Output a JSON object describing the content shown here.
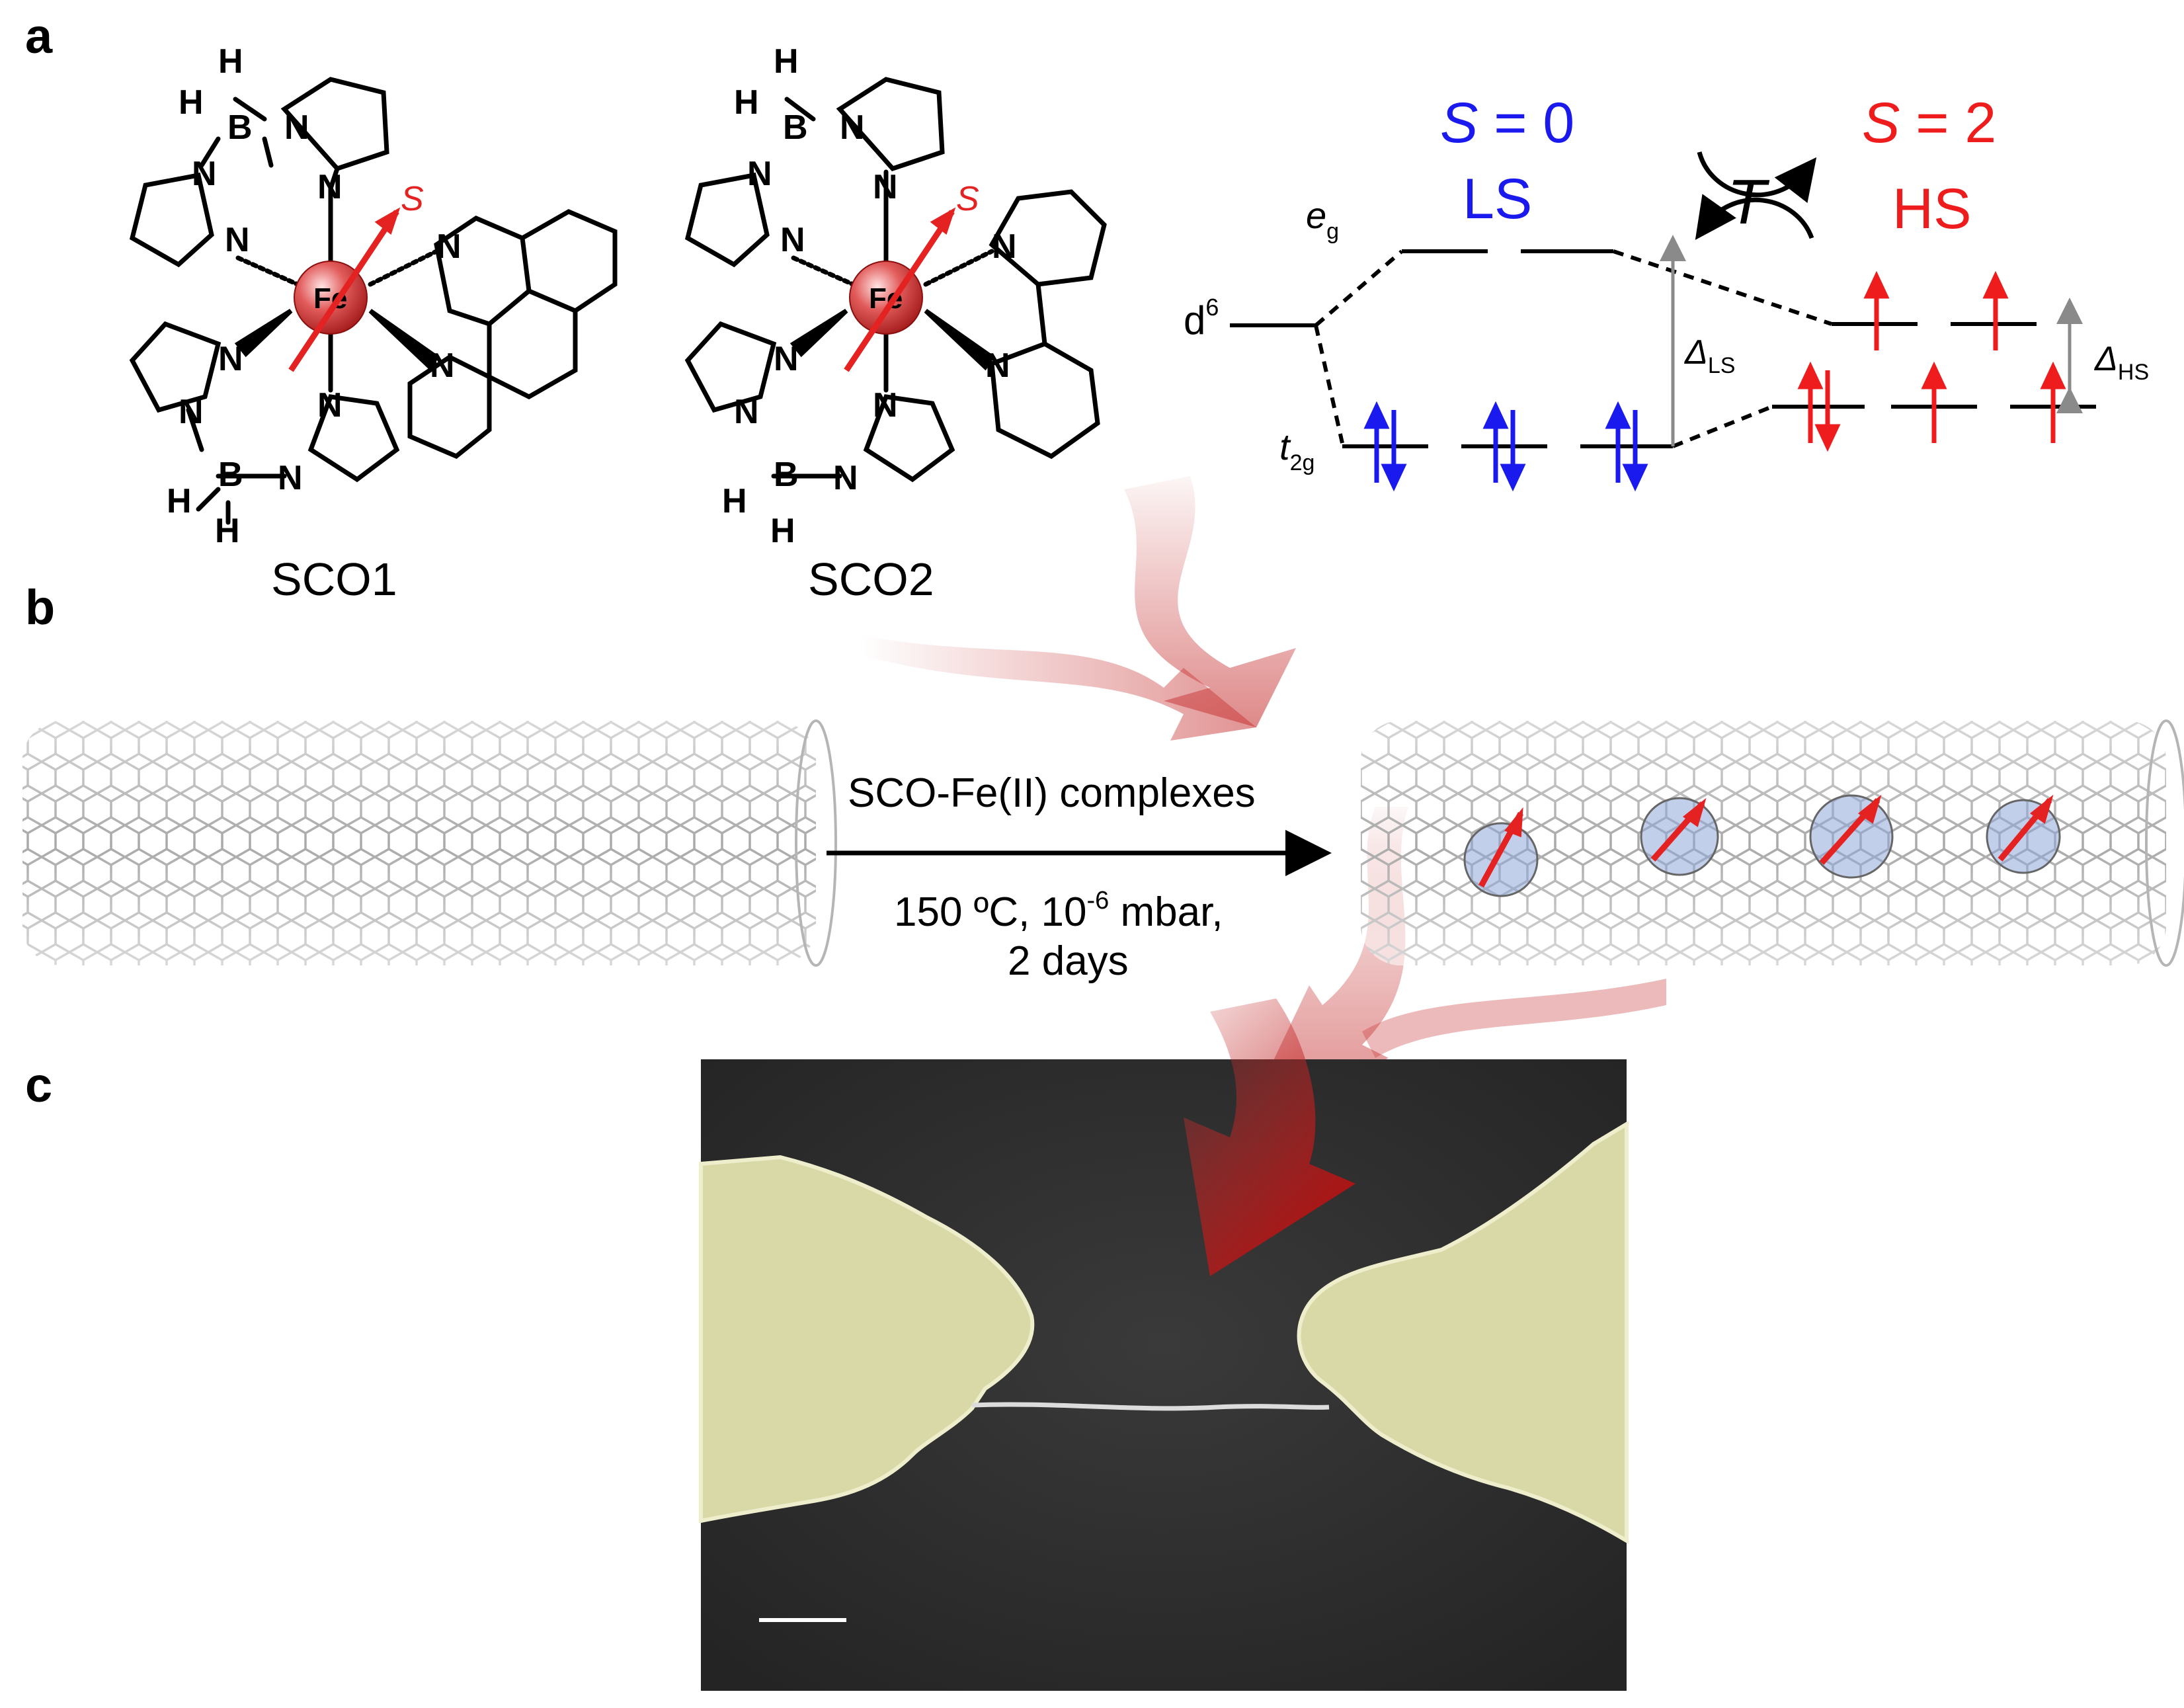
{
  "panels": {
    "a": "a",
    "b": "b",
    "c": "c"
  },
  "molecules": {
    "sco1": {
      "label": "SCO1",
      "metal": "Fe",
      "spin_symbol": "S",
      "atoms": {
        "H": "H",
        "B": "B",
        "N": "N"
      }
    },
    "sco2": {
      "label": "SCO2",
      "metal": "Fe",
      "spin_symbol": "S",
      "atoms": {
        "H": "H",
        "B": "B",
        "N": "N"
      }
    }
  },
  "energy_diagram": {
    "ls_spin": {
      "symbol": "S",
      "value": " = 0"
    },
    "ls_label": "LS",
    "hs_spin": {
      "symbol": "S",
      "value": " = 2"
    },
    "hs_label": "HS",
    "temperature": "T",
    "d_base": "d",
    "d_sup": "6",
    "eg_base": "e",
    "eg_sub": "g",
    "t2g_base": "t",
    "t2g_sub": "2g",
    "delta_ls_base": "Δ",
    "delta_ls_sub": "LS",
    "delta_hs_base": "Δ",
    "delta_hs_sub": "HS",
    "colors": {
      "ls": "#1a1aee",
      "hs": "#ee1c1c"
    }
  },
  "reaction": {
    "reagent": "SCO-Fe(II) complexes",
    "conditions_line1_a": "150 ºC, 10",
    "conditions_line1_sup": "-6",
    "conditions_line1_b": " mbar,",
    "conditions_line2": "2 days"
  },
  "sem_image": {
    "background": "#2e2e2e",
    "electrode_color": "#d8d9a6"
  }
}
